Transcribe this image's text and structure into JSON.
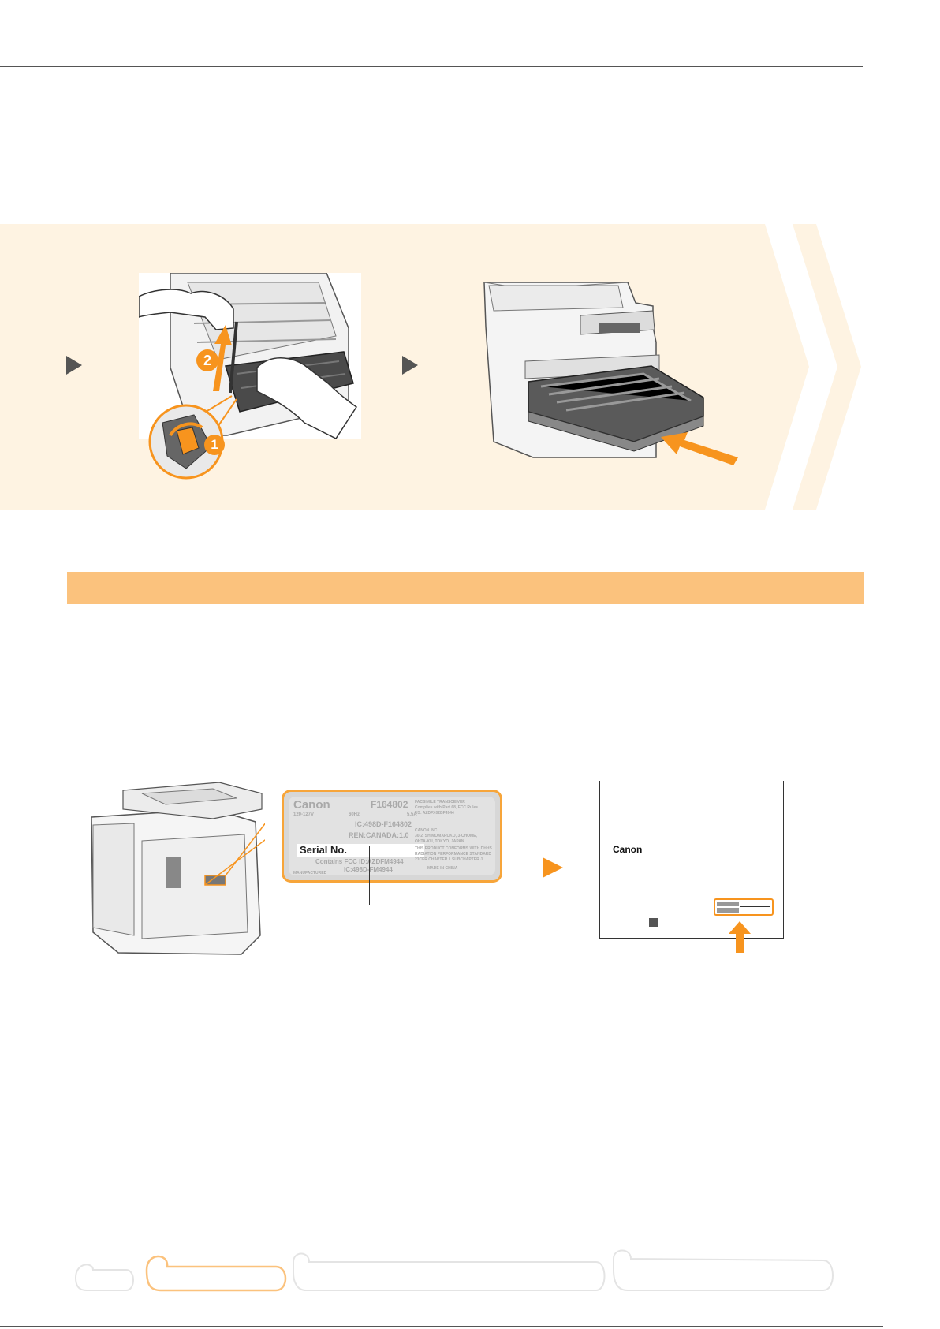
{
  "icons": {
    "step_arrow_gray": "play-arrow-gray",
    "step_arrow_orange": "play-arrow-orange",
    "callout_1": "number-1-badge",
    "callout_2": "number-2-badge"
  },
  "colors": {
    "accent": "#f7941e",
    "band_background": "#fef3e2",
    "section_bar": "#fbc27d",
    "rule": "#555555"
  },
  "callouts": {
    "one": "1",
    "two": "2"
  },
  "rating_label": {
    "brand": "Canon",
    "model": "F164802",
    "voltage": "120-127V",
    "frequency": "60Hz",
    "current": "5.5A",
    "ic_code": "IC:498D-F164802",
    "ren": "REN:CANADA:1.0",
    "serial_label": "Serial No.",
    "contains": "Contains FCC ID:AZDFM4944",
    "ic_contains": "IC:498D-FM4944",
    "fcc_lines": [
      "FACSIMILE TRANSCEIVER",
      "Complies with Part 68, FCC Rules",
      "US: AZDFX02BF4944"
    ],
    "company": "CANON INC.",
    "address": [
      "30-2, SHIMOMARUKO, 3-CHOME,",
      "OHTA-KU, TOKYO, JAPAN"
    ],
    "conformity": [
      "THIS PRODUCT CONFORMS WITH DHHS",
      "RADIATION PERFORMANCE STANDARD",
      "21CFR CHAPTER 1 SUBCHAPTER J."
    ],
    "made_in": "MADE IN CHINA",
    "manufactured": "MANUFACTURED"
  },
  "warranty_card": {
    "brand": "Canon"
  }
}
